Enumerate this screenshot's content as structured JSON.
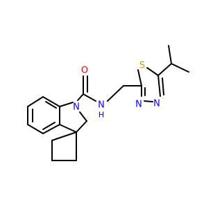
{
  "molecule": {
    "atom_labels": {
      "O": "O",
      "NH_amide": "N",
      "H_amide": "H",
      "N_indoline": "N",
      "S": "S",
      "N_ring_a": "N",
      "N_ring_b": "N"
    },
    "colors": {
      "bond": "#000000",
      "oxygen": "#ff0000",
      "nitrogen": "#0000ff",
      "sulfur": "#c8a000"
    }
  }
}
